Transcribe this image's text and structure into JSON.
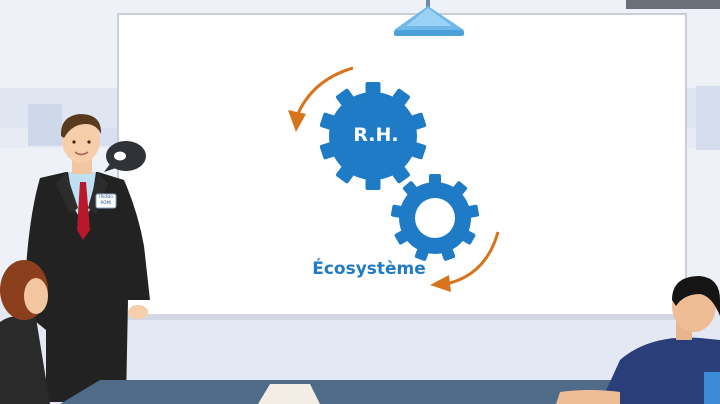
{
  "board": {
    "gear_top_label": "R.H.",
    "caption": "Écosystème"
  },
  "presenter": {
    "badge_line1": "(Indian",
    "badge_line2": "ROM)"
  },
  "colors": {
    "gear_blue": "#1f7bc6",
    "arrow_orange": "#d8731c",
    "whiteboard": "#ffffff",
    "table_blue": "#4f6b87",
    "suit_dark": "#222222",
    "tie_red": "#b8182a"
  },
  "icons": [
    "speech-bubble-icon",
    "ceiling-lamp-icon",
    "gear-icon",
    "rotation-arrow-icon"
  ]
}
